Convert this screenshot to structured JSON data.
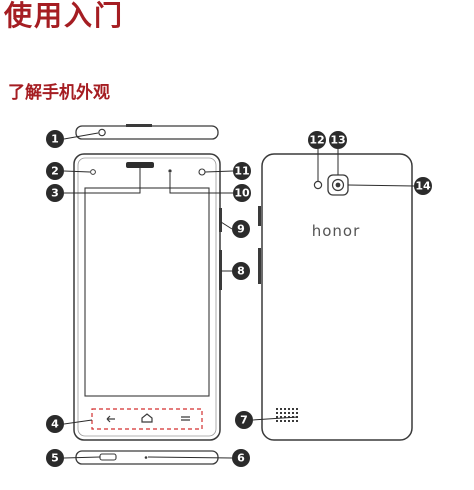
{
  "page": {
    "title": "使用入门",
    "section_title": "了解手机外观"
  },
  "colors": {
    "heading": "#a51d22",
    "callout": "#2b2b2b",
    "outline": "#3a3a3a",
    "highlight_box": "#d32f2f"
  },
  "back_device": {
    "brand": "honor"
  },
  "callouts": [
    "1",
    "2",
    "3",
    "4",
    "5",
    "6",
    "7",
    "8",
    "9",
    "10",
    "11",
    "12",
    "13",
    "14"
  ]
}
